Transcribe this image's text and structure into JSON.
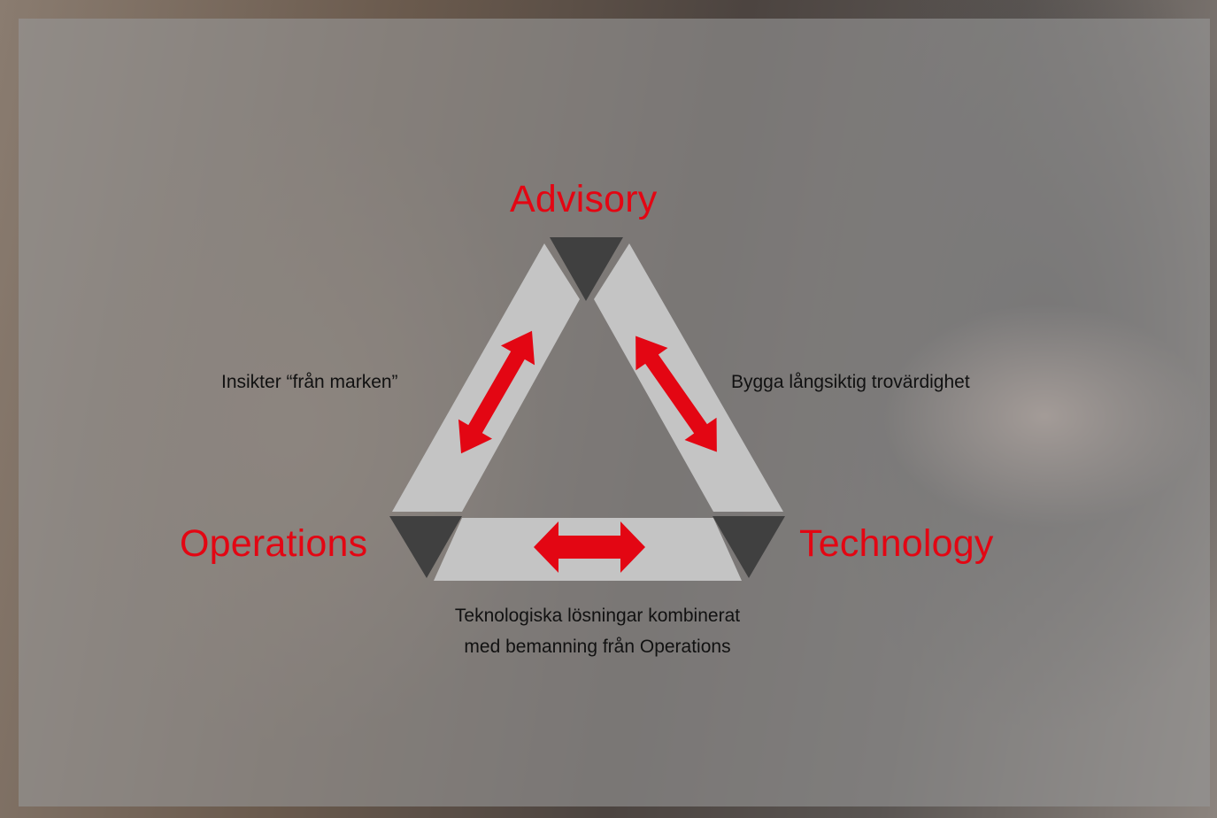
{
  "diagram": {
    "nodes": {
      "advisory": "Advisory",
      "operations": "Operations",
      "technology": "Technology"
    },
    "edges": {
      "advisory_operations": "Insikter “från marken”",
      "advisory_technology": "Bygga långsiktig trovärdighet",
      "operations_technology": "Teknologiska lösningar kombinerat med bemanning från Operations"
    }
  },
  "colors": {
    "accent": "#e30613",
    "band": "#c4c4c4",
    "corner": "#404040",
    "text": "#111111"
  }
}
